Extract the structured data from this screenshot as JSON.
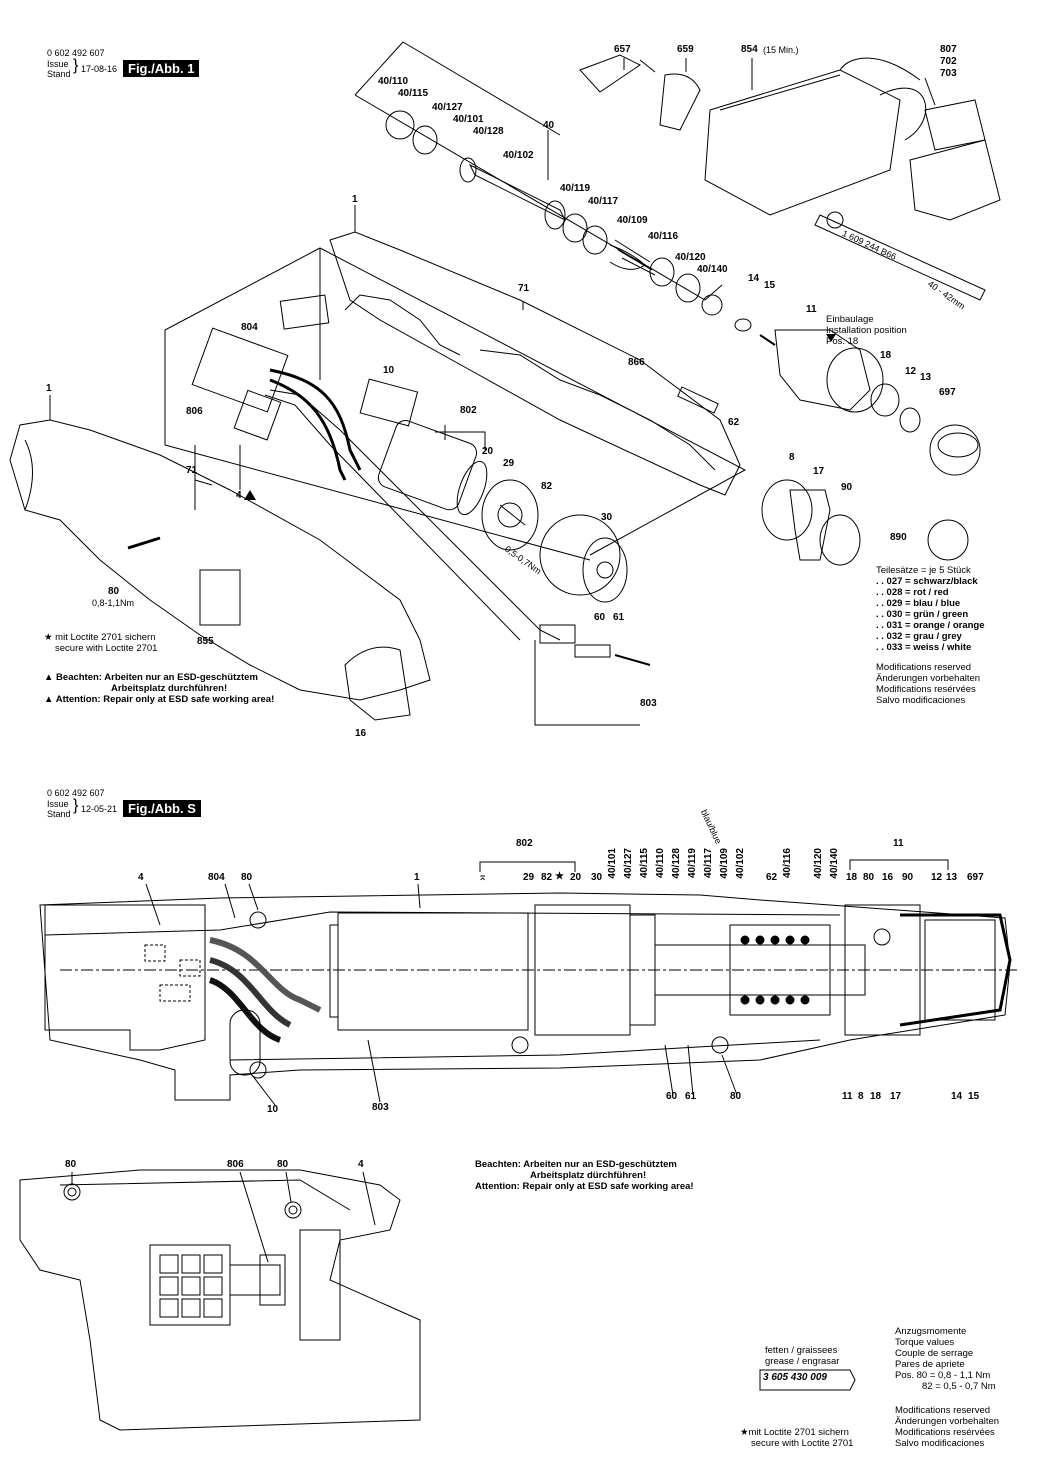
{
  "top": {
    "part_number": "0 602 492 607",
    "issue_label": "Issue",
    "stand_label": "Stand",
    "date": "17-08-16",
    "fig_label": "Fig./Abb. 1"
  },
  "bottom": {
    "part_number": "0 602 492 607",
    "issue_label": "Issue",
    "stand_label": "Stand",
    "date": "12-05-21",
    "fig_label": "Fig./Abb. S"
  },
  "callouts_top": [
    "657",
    "659",
    "854",
    "(15 Min.)",
    "807",
    "702",
    "703",
    "40/110",
    "40/115",
    "40/127",
    "40/101",
    "40/128",
    "40",
    "40/102",
    "40/119",
    "40/117",
    "40/109",
    "40/116",
    "40/120",
    "40/140",
    "1",
    "71",
    "804",
    "10",
    "802",
    "20",
    "29",
    "82",
    "30",
    "806",
    "1",
    "71",
    "4",
    "80",
    "0,8-1,1Nm",
    "855",
    "16",
    "866",
    "62",
    "14",
    "15",
    "11",
    "18",
    "12",
    "13",
    "697",
    "8",
    "17",
    "90",
    "890",
    "60",
    "61",
    "803",
    "0,5-0,7Nm",
    "1 609 244 B66",
    "40 - 42mm"
  ],
  "install": {
    "line1": "Einbaulage",
    "line2": "Installation position",
    "line3": "Pos. 18"
  },
  "kit": {
    "title": "Teilesätze = je 5 Stück",
    "items": [
      ". . 027 = schwarz/black",
      ". . 028 = rot / red",
      ". . 029 = blau / blue",
      ". . 030 = grün / green",
      ". . 031 = orange / orange",
      ". . 032 = grau / grey",
      ". . 033 = weiss / white"
    ]
  },
  "modifications": [
    "Modifications reserved",
    "Änderungen vorbehalten",
    "Modifications resérvées",
    "Salvo modificaciones"
  ],
  "loctite_top": {
    "line1": "mit Loctite 2701 sichern",
    "line2": "secure with Loctite 2701"
  },
  "esd_top": {
    "beachten": "Beachten:",
    "de1": "Arbeiten nur an ESD-geschütztem",
    "de2": "Arbeitsplatz durchführen!",
    "attention": "Attention:",
    "en": "Repair only at ESD safe working area!"
  },
  "callouts_bottom": [
    "802",
    "11",
    "4",
    "804",
    "80",
    "1",
    "29",
    "82",
    "20",
    "30",
    "62",
    "18",
    "80",
    "16",
    "90",
    "12",
    "13",
    "697",
    "10",
    "803",
    "60",
    "61",
    "80",
    "11",
    "8",
    "18",
    "17",
    "14",
    "15",
    "80",
    "806",
    "80",
    "4"
  ],
  "callouts_bottom_vertical": [
    "40/101",
    "40/127",
    "40/115",
    "40/110",
    "40/128",
    "40/119",
    "40/117",
    "40/109",
    "40/102",
    "40/116",
    "40/120",
    "40/140",
    "blau/blue"
  ],
  "esd_bottom": {
    "beachten": "Beachten:",
    "de1": "Arbeiten nur an ESD-geschütztem",
    "de2": "Arbeitsplatz dürchführen!",
    "attention": "Attention:",
    "en": "Repair only at ESD safe working area!"
  },
  "grease": {
    "line1": "fetten / graissees",
    "line2": "grease / engrasar",
    "part": "3 605 430 009"
  },
  "torque": {
    "lines": [
      "Anzugsmomente",
      "Torque values",
      "Couple de serrage",
      "Pares de apriete"
    ],
    "pos80_label": "Pos. 80 =",
    "pos80_value": "0,8 -   1,1 Nm",
    "pos82_label": "82 =",
    "pos82_value": "0,5 -   0,7 Nm"
  },
  "loctite_bottom": {
    "line1": "mit Loctite 2701 sichern",
    "line2": "secure with Loctite 2701"
  }
}
